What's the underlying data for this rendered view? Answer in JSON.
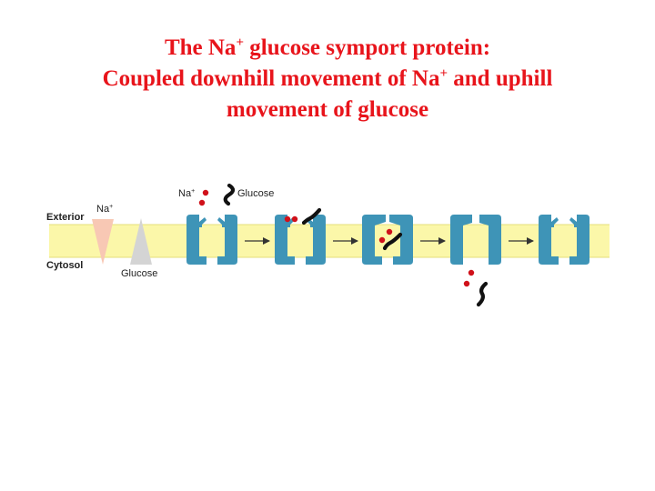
{
  "title": {
    "line1_pre": "The Na",
    "line1_sup": "+",
    "line1_post": " glucose symport protein:",
    "line2_pre": "Coupled downhill movement of Na",
    "line2_sup": "+",
    "line2_post": " and uphill",
    "line3": "movement of glucose"
  },
  "labels": {
    "exterior": "Exterior",
    "cytosol": "Cytosol",
    "na_gradient": "Na",
    "na_sup": "+",
    "glucose_gradient": "Glucose",
    "na_top": "Na",
    "na_top_sup": "+",
    "glucose_top": "Glucose"
  },
  "colors": {
    "title": "#e8141b",
    "membrane": "#fbf7a9",
    "membrane_edge": "#e6df7c",
    "protein": "#3e94b7",
    "na_ion": "#d0111a",
    "glucose": "#111111",
    "na_gradient": "#f8c8b4",
    "glucose_gradient": "#d4d4d4"
  },
  "stages": [
    {
      "conformation": "open-outward",
      "state": "empty"
    },
    {
      "conformation": "open-outward",
      "state": "Na+ and glucose bound"
    },
    {
      "conformation": "occluded",
      "state": "Na+ and glucose bound"
    },
    {
      "conformation": "open-inward",
      "state": "released to cytosol"
    },
    {
      "conformation": "open-outward",
      "state": "empty"
    }
  ]
}
